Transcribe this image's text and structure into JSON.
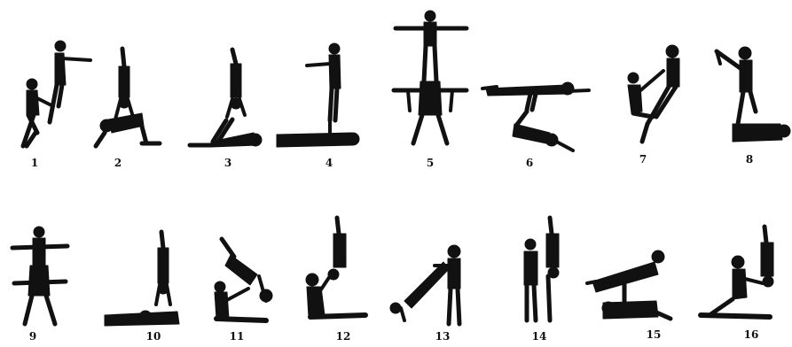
{
  "figures": [
    {
      "id": 1,
      "label": "1"
    },
    {
      "id": 2,
      "label": "2"
    },
    {
      "id": 3,
      "label": "3"
    },
    {
      "id": 4,
      "label": "4"
    },
    {
      "id": 5,
      "label": "5"
    },
    {
      "id": 6,
      "label": "6"
    },
    {
      "id": 7,
      "label": "7"
    },
    {
      "id": 8,
      "label": "8"
    },
    {
      "id": 9,
      "label": "9"
    },
    {
      "id": 10,
      "label": "10"
    },
    {
      "id": 11,
      "label": "11"
    },
    {
      "id": 12,
      "label": "12"
    },
    {
      "id": 13,
      "label": "13"
    },
    {
      "id": 14,
      "label": "14"
    },
    {
      "id": 15,
      "label": "15"
    },
    {
      "id": 16,
      "label": "16"
    }
  ],
  "colors": {
    "ink": "#111111",
    "background": "#ffffff"
  }
}
